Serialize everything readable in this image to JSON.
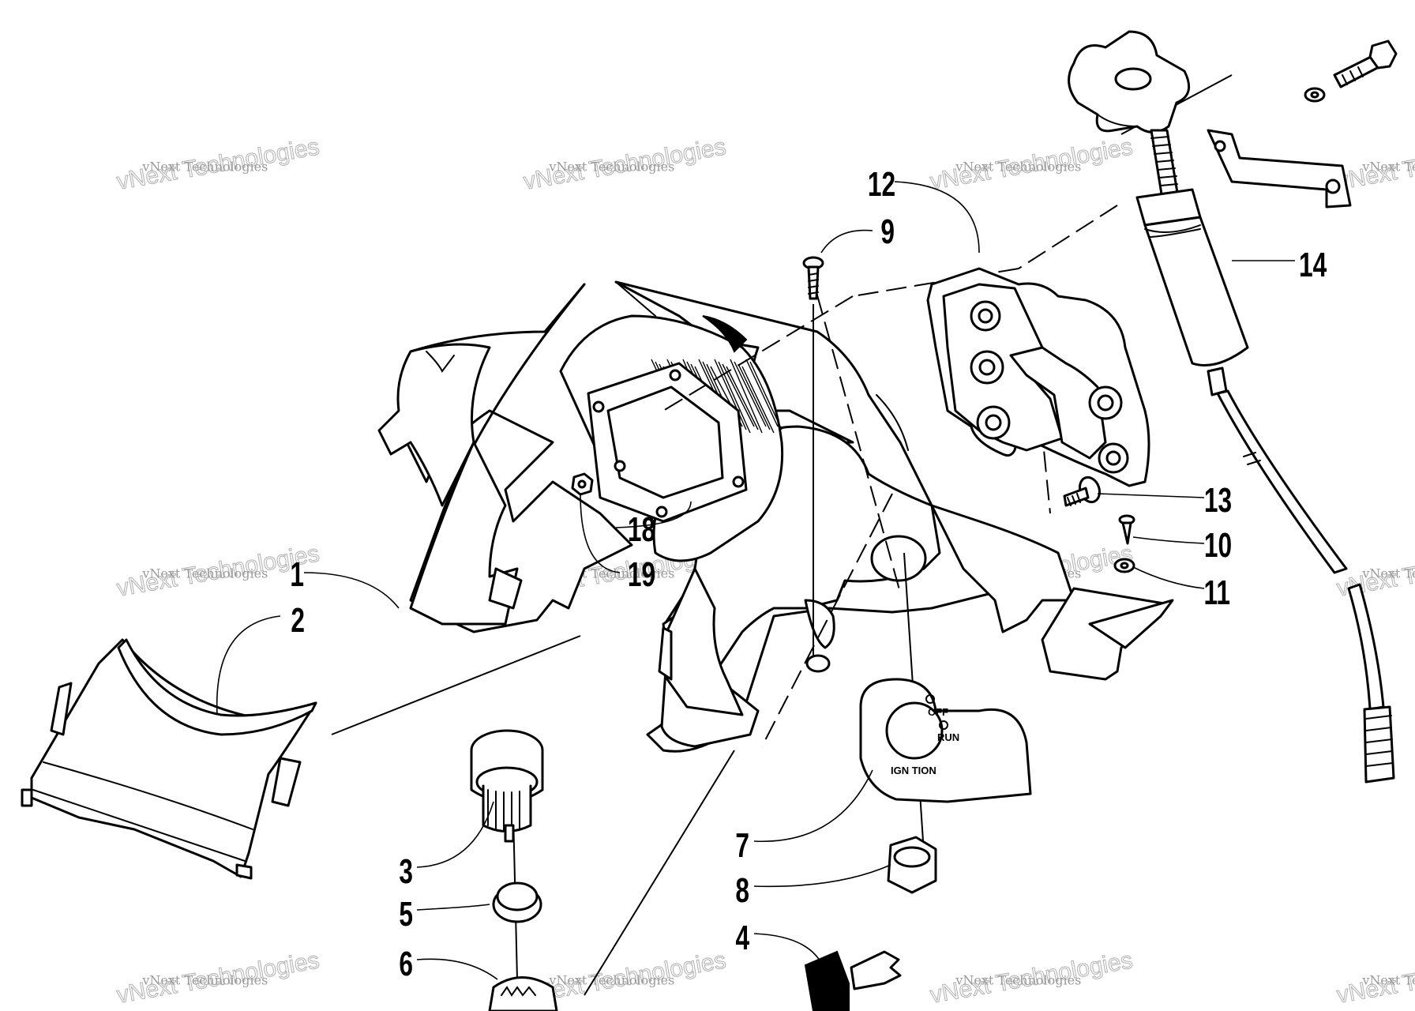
{
  "diagram": {
    "callouts": [
      {
        "id": "1",
        "label": "1"
      },
      {
        "id": "2",
        "label": "2"
      },
      {
        "id": "3",
        "label": "3"
      },
      {
        "id": "4",
        "label": "4"
      },
      {
        "id": "5",
        "label": "5"
      },
      {
        "id": "6",
        "label": "6"
      },
      {
        "id": "7",
        "label": "7"
      },
      {
        "id": "8",
        "label": "8"
      },
      {
        "id": "9",
        "label": "9"
      },
      {
        "id": "10",
        "label": "10"
      },
      {
        "id": "11",
        "label": "11"
      },
      {
        "id": "12",
        "label": "12"
      },
      {
        "id": "13",
        "label": "13"
      },
      {
        "id": "14",
        "label": "14"
      },
      {
        "id": "18",
        "label": "18"
      },
      {
        "id": "19",
        "label": "19"
      }
    ],
    "ignition_decal": {
      "off": "OFF",
      "run": "RUN",
      "ignition": "IGN TION"
    },
    "watermark": {
      "small": "vNext Technologies",
      "big": "vNext Technologies"
    }
  }
}
